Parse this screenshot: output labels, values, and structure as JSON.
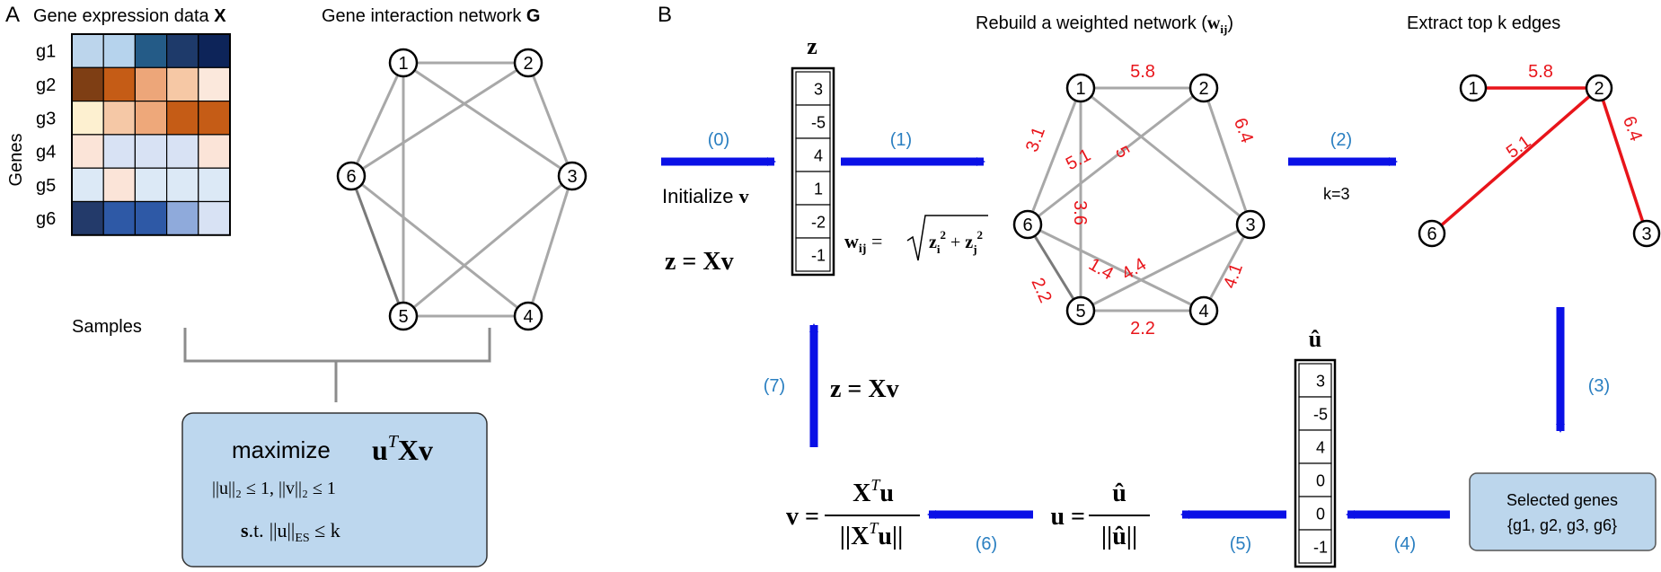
{
  "panelA": {
    "label": "A",
    "heatmap": {
      "title_prefix": "Gene expression data ",
      "title_var": "X",
      "genes": [
        "g1",
        "g2",
        "g3",
        "g4",
        "g5",
        "g6"
      ],
      "y_axis_label": "Genes",
      "x_axis_label": "Samples",
      "cells": [
        [
          "#bcd5ec",
          "#b6d3ed",
          "#245b87",
          "#1e3a6a",
          "#0d2459"
        ],
        [
          "#7e3e14",
          "#c55c16",
          "#eda679",
          "#f6c8a5",
          "#fbe8dc"
        ],
        [
          "#fdf0d0",
          "#f5c8a6",
          "#eea87a",
          "#c55c16",
          "#c55c16"
        ],
        [
          "#fbe4d8",
          "#d8e2f4",
          "#d8e2f4",
          "#d8e2f4",
          "#fbe4d8"
        ],
        [
          "#dce9f6",
          "#fbe4d8",
          "#dce9f6",
          "#dce9f6",
          "#dce9f6"
        ],
        [
          "#233a6a",
          "#2e59a6",
          "#2e59a6",
          "#8faadb",
          "#d8e2f4"
        ]
      ]
    },
    "network": {
      "title_prefix": "Gene interaction network ",
      "title_var": "G",
      "nodes": [
        "1",
        "2",
        "3",
        "4",
        "5",
        "6"
      ]
    },
    "objective": {
      "maximize_word": "maximize",
      "objective_expr": "u",
      "objective_sup": "T",
      "objective_tail": "Xv",
      "constraint1": "||u||₂ ≤ 1, ||v||₂ ≤ 1",
      "st_prefix": "s",
      "st_rest": ".t.",
      "constraint2": "||u||",
      "constraint2_sub": "ES",
      "constraint2_tail": " ≤ k"
    }
  },
  "panelB": {
    "label": "B",
    "z_label": "z",
    "z_values": [
      "3",
      "-5",
      "4",
      "1",
      "-2",
      "-1"
    ],
    "u_hat_label": "û",
    "u_hat_values": [
      "3",
      "-5",
      "4",
      "0",
      "0",
      "-1"
    ],
    "weighted_title_prefix": "Rebuild a weighted network (",
    "weighted_title_var": "w",
    "weighted_title_sub": "ij",
    "weighted_title_suffix": ")",
    "topk_title": "Extract top k edges",
    "nodes": [
      "1",
      "2",
      "3",
      "4",
      "5",
      "6"
    ],
    "weighted_edges": [
      {
        "from": "1",
        "to": "2",
        "w": "5.8"
      },
      {
        "from": "2",
        "to": "3",
        "w": "6.4"
      },
      {
        "from": "2",
        "to": "6",
        "w": "5.1"
      },
      {
        "from": "1",
        "to": "3",
        "w": "5"
      },
      {
        "from": "1",
        "to": "6",
        "w": "3.1"
      },
      {
        "from": "1",
        "to": "5",
        "w": "3.6"
      },
      {
        "from": "6",
        "to": "4",
        "w": "1.4"
      },
      {
        "from": "5",
        "to": "3",
        "w": "4.4"
      },
      {
        "from": "3",
        "to": "4",
        "w": "4.1"
      },
      {
        "from": "6",
        "to": "5",
        "w": "2.2"
      },
      {
        "from": "5",
        "to": "4",
        "w": "2.2"
      }
    ],
    "top_edges": [
      {
        "from": "1",
        "to": "2",
        "w": "5.8"
      },
      {
        "from": "2",
        "to": "6",
        "w": "5.1"
      },
      {
        "from": "2",
        "to": "3",
        "w": "6.4"
      }
    ],
    "steps": {
      "s0": "(0)",
      "s1": "(1)",
      "s2": "(2)",
      "s3": "(3)",
      "s4": "(4)",
      "s5": "(5)",
      "s6": "(6)",
      "s7": "(7)"
    },
    "init_text": "Initialize ",
    "init_var": "v",
    "z_eq": "z = Xv",
    "z_eq2": "z = Xv",
    "weight_formula_lhs": "w",
    "weight_formula_lhs_sub": "ij",
    "k_text": "k=3",
    "selected_title": "Selected genes",
    "selected_set": "{g1, g2, g3, g6}",
    "u_eq_lhs": "u =",
    "u_eq_num": "û",
    "u_eq_den": "||û||",
    "v_eq_lhs": "v =",
    "v_eq_num": "X",
    "v_eq_num_sup": "T",
    "v_eq_num_tail": "u",
    "v_eq_den": "||X",
    "v_eq_den_sup": "T",
    "v_eq_den_tail": "u||"
  },
  "colors": {
    "arrow": "#0a10e6",
    "step_label": "#2a7fc1",
    "red": "#e8141a",
    "edge_gray": "#a8a8a8",
    "box_fill": "#bdd7ee",
    "selected_fill": "#bcd6ec"
  }
}
